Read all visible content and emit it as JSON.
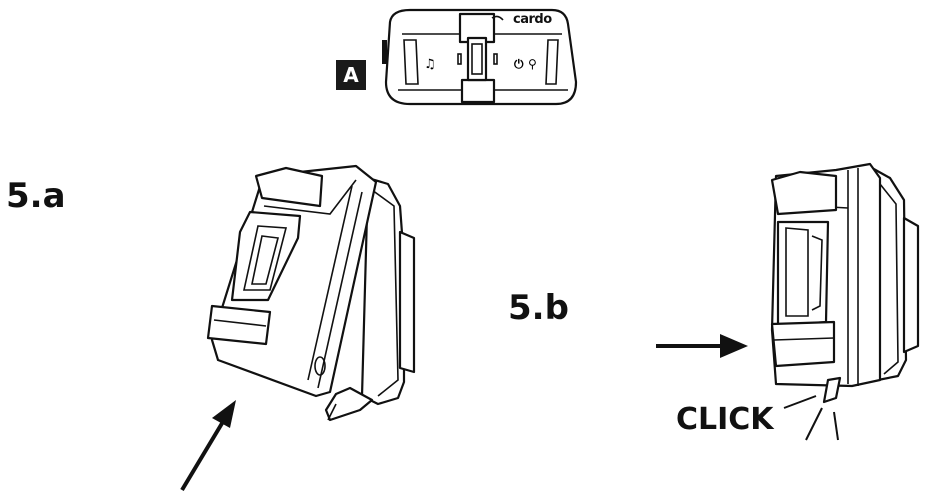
{
  "labels": {
    "step_a": "5.a",
    "step_b": "5.b",
    "click": "CLICK",
    "callout_a": "A",
    "brand": "cardo"
  },
  "icons": [
    "music-note-icon",
    "power-icon",
    "voice-icon"
  ]
}
